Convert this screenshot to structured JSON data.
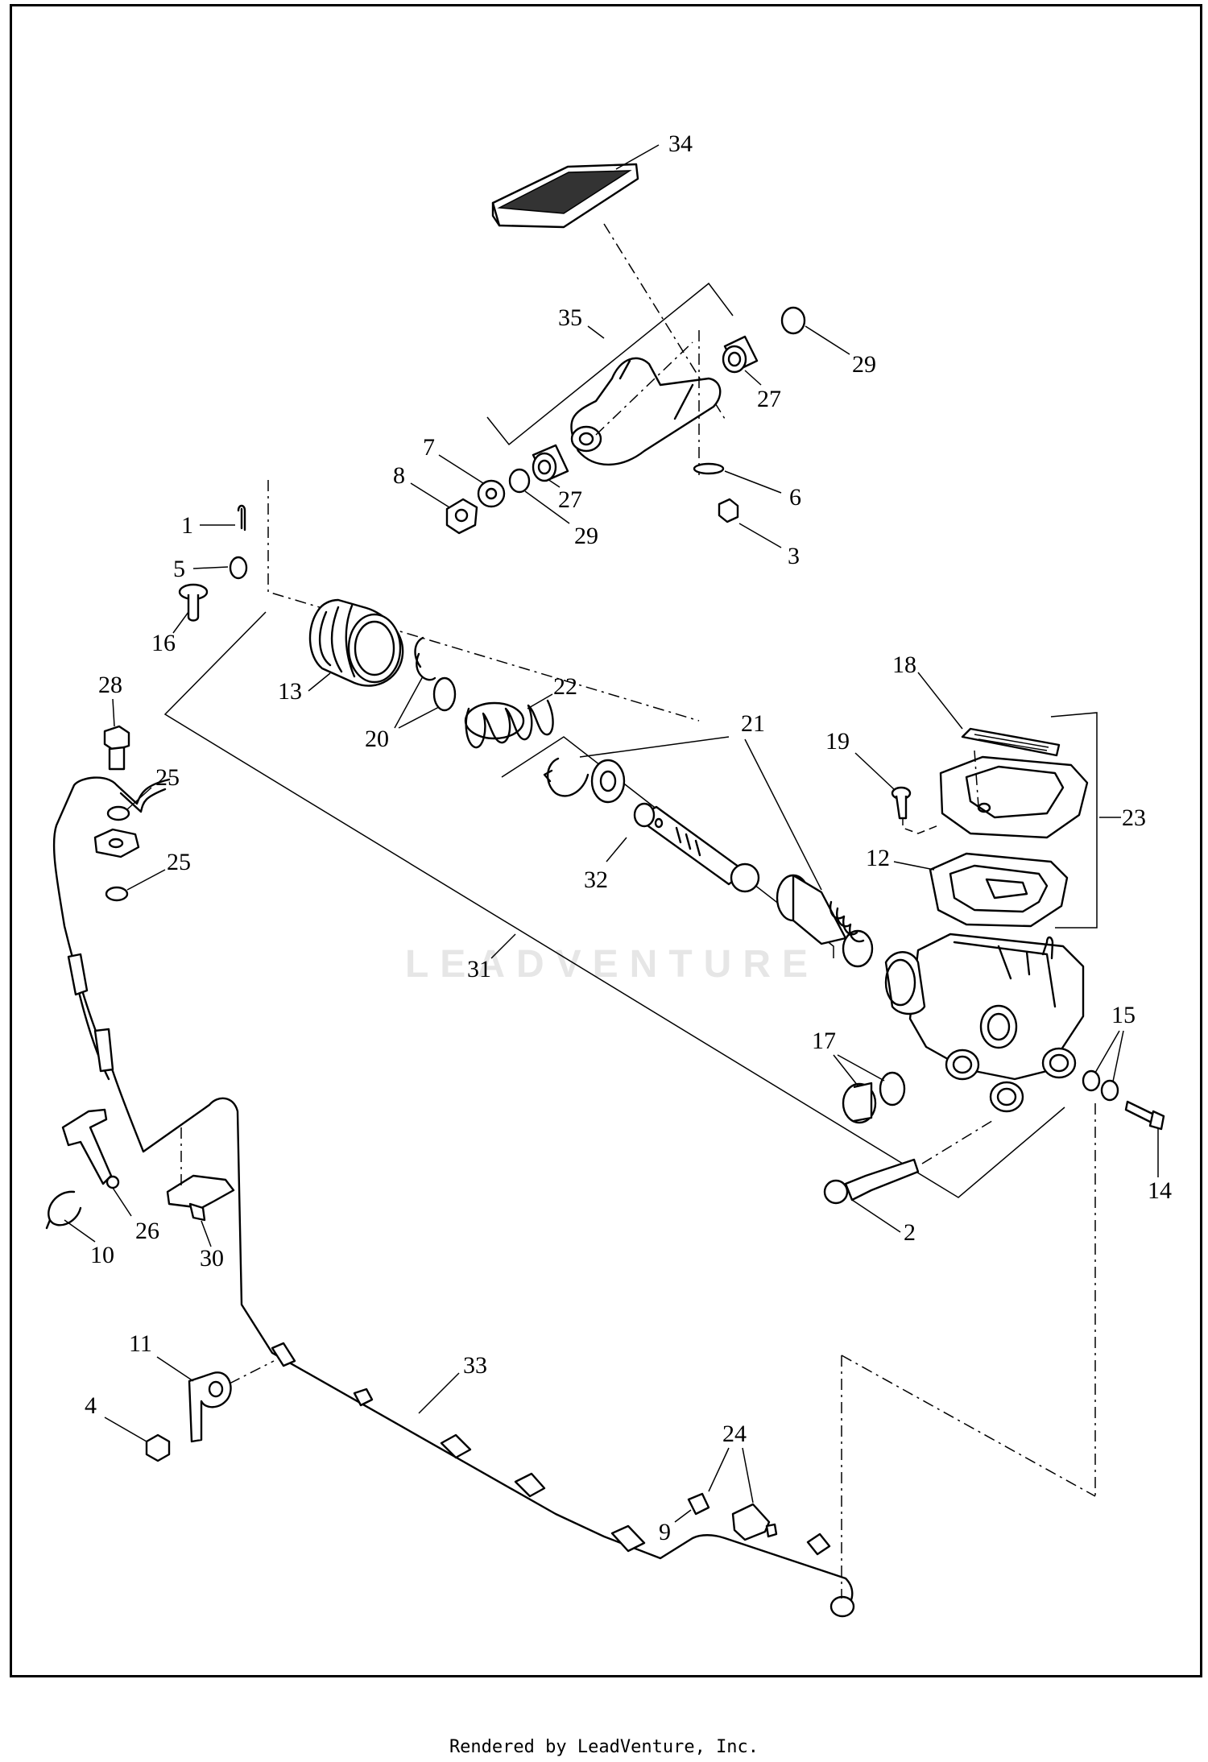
{
  "watermark": "LEADVENTURE",
  "footer": "Rendered by LeadVenture, Inc.",
  "callouts": {
    "c1": "1",
    "c2": "2",
    "c3": "3",
    "c4": "4",
    "c5": "5",
    "c6": "6",
    "c7": "7",
    "c8": "8",
    "c9": "9",
    "c10": "10",
    "c11": "11",
    "c12": "12",
    "c13": "13",
    "c14": "14",
    "c15": "15",
    "c16": "16",
    "c17": "17",
    "c18": "18",
    "c19": "19",
    "c20": "20",
    "c21": "21",
    "c22": "22",
    "c23": "23",
    "c24": "24",
    "c25": "25",
    "c26": "26",
    "c27": "27",
    "c28": "28",
    "c29": "29",
    "c30": "30",
    "c31": "31",
    "c32": "32",
    "c33": "33",
    "c34": "34",
    "c35": "35"
  }
}
